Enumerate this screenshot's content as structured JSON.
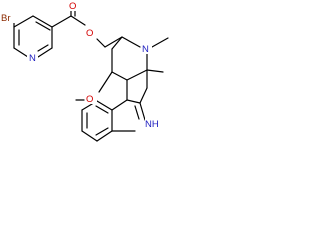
{
  "molecule": {
    "atoms": {
      "br": "Br",
      "pyridine_n": "N",
      "carbonyl_o": "O",
      "ester_o": "O",
      "amine_n": "N",
      "methoxy_o": "O",
      "indole_nh": "NH"
    },
    "colors": {
      "bond": "#000000",
      "oxygen": "#d40000",
      "nitrogen": "#2020c0",
      "bromine": "#8b2a00"
    }
  }
}
